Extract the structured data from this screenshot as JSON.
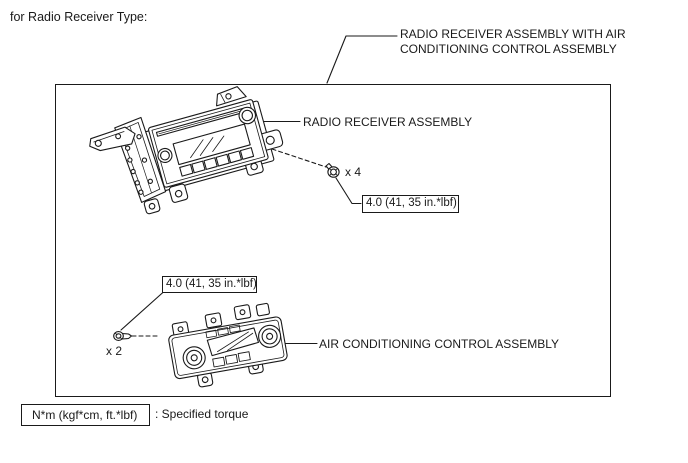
{
  "heading": "for Radio Receiver Type:",
  "labels": {
    "combo_line1": "RADIO RECEIVER ASSEMBLY WITH AIR",
    "combo_line2": "CONDITIONING CONTROL ASSEMBLY",
    "radio": "RADIO RECEIVER ASSEMBLY",
    "ac": "AIR CONDITIONING CONTROL ASSEMBLY"
  },
  "fasteners": {
    "radio_screws": {
      "torque": "4.0 (41, 35 in.*lbf)",
      "count": "x 4"
    },
    "ac_screws": {
      "torque": "4.0 (41, 35 in.*lbf)",
      "count": "x 2"
    }
  },
  "legend": {
    "unit": "N*m (kgf*cm, ft.*lbf)",
    "meaning": ": Specified torque"
  },
  "colors": {
    "line": "#1a1a1a",
    "background": "#ffffff"
  }
}
